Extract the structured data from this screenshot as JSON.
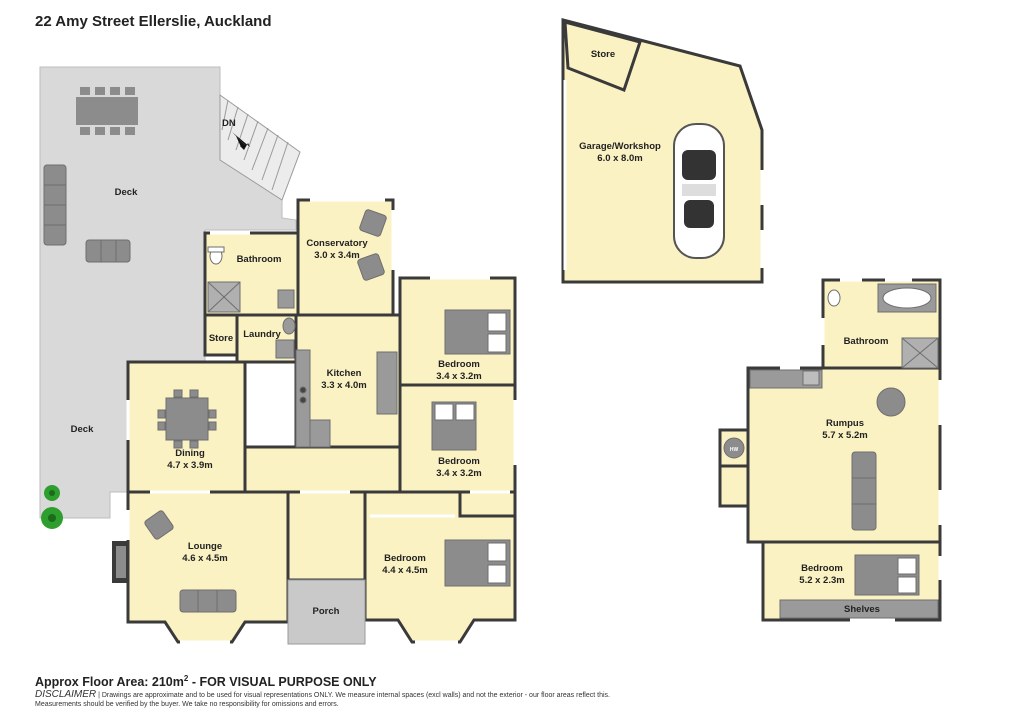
{
  "title": "22 Amy Street Ellerslie, Auckland",
  "rooms": {
    "deck_top": {
      "name": "Deck"
    },
    "deck_left": {
      "name": "Deck"
    },
    "dn": "DN",
    "bathroom_main": {
      "name": "Bathroom"
    },
    "conservatory": {
      "name": "Conservatory",
      "dim": "3.0 x 3.4m"
    },
    "store_small": {
      "name": "Store"
    },
    "laundry": {
      "name": "Laundry"
    },
    "kitchen": {
      "name": "Kitchen",
      "dim": "3.3 x 4.0m"
    },
    "bedroom_1": {
      "name": "Bedroom",
      "dim": "3.4 x 3.2m"
    },
    "bedroom_2": {
      "name": "Bedroom",
      "dim": "3.4 x 3.2m"
    },
    "dining": {
      "name": "Dining",
      "dim": "4.7 x 3.9m"
    },
    "lounge": {
      "name": "Lounge",
      "dim": "4.6 x 4.5m"
    },
    "porch": {
      "name": "Porch"
    },
    "bedroom_3": {
      "name": "Bedroom",
      "dim": "4.4 x 4.5m"
    },
    "store_garage": {
      "name": "Store"
    },
    "garage": {
      "name": "Garage/Workshop",
      "dim": "6.0 x 8.0m"
    },
    "bathroom_lower": {
      "name": "Bathroom"
    },
    "rumpus": {
      "name": "Rumpus",
      "dim": "5.7 x 5.2m"
    },
    "hw": "HW",
    "bedroom_lower": {
      "name": "Bedroom",
      "dim": "5.2 x 2.3m"
    },
    "shelves": {
      "name": "Shelves"
    }
  },
  "footer": {
    "area_label": "Approx Floor Area: 210m",
    "area_sup": "2",
    "area_suffix": " - FOR VISUAL PURPOSE ONLY",
    "disclaimer_label": "DISCLAIMER",
    "disclaimer_text": " | Drawings are approximate and to be used for visual representations ONLY. We measure internal spaces (excl walls) and not the exterior - our floor areas reflect this.",
    "disclaimer_text2": "Measurements should be verified by the buyer. We take no responsibility for omissions and errors."
  },
  "colors": {
    "room_fill": "#fbf2c4",
    "deck_fill": "#d8d8d8",
    "wall": "#3a3a3a",
    "furniture": "#8c8c8c"
  }
}
